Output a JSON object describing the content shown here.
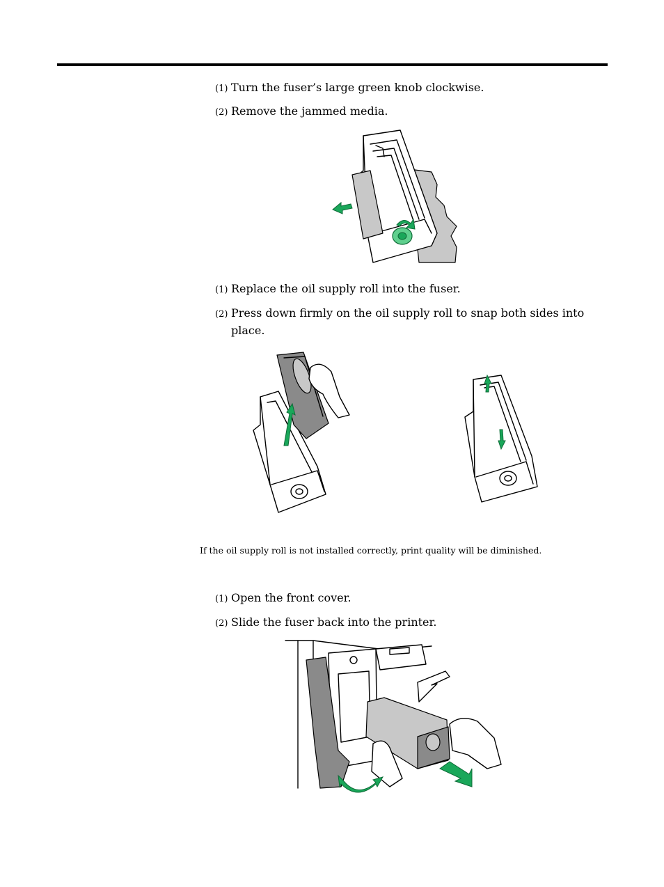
{
  "section1": {
    "steps": [
      {
        "num": "(1)",
        "text": "Turn the fuser’s large green knob clockwise."
      },
      {
        "num": "(2)",
        "text": "Remove the jammed media."
      }
    ]
  },
  "section2": {
    "steps": [
      {
        "num": "(1)",
        "text": "Replace the oil supply roll into the fuser."
      },
      {
        "num": "(2)",
        "text": "Press down firmly on the oil supply roll to snap both sides into place."
      }
    ]
  },
  "note": {
    "text": "If the oil supply roll is not installed correctly, print quality will be diminished."
  },
  "section3": {
    "steps": [
      {
        "num": "(1)",
        "text": "Open the front cover."
      },
      {
        "num": "(2)",
        "text": "Slide the fuser back into the printer."
      }
    ]
  },
  "colors": {
    "accent_green": "#1aa75a",
    "rule": "#000000",
    "media_gray": "#c8c8c8"
  }
}
